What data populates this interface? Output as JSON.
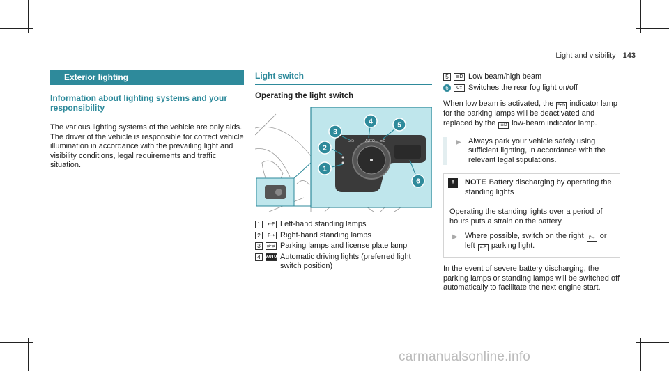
{
  "header": {
    "section": "Light and visibility",
    "page": "143"
  },
  "col1": {
    "bar_title": "Exterior lighting",
    "subheading": "Information about lighting systems and your responsibility",
    "paragraph": "The various lighting systems of the vehicle are only aids. The driver of the vehicle is responsible for correct vehicle illumination in accordance with the prevailing light and visibility conditions, legal requirements and traffic situation."
  },
  "col2": {
    "section_title": "Light switch",
    "subheading": "Operating the light switch",
    "figure": {
      "callouts": [
        "1",
        "2",
        "3",
        "4",
        "5",
        "6"
      ],
      "switch_label": "AUTO",
      "bg_color": "#bfe6ec",
      "teal_color": "#2e8a9b"
    },
    "legend": [
      {
        "num": "1",
        "icon": "standing-lamp-left-icon",
        "symbol": "⇠P",
        "text": "Left-hand standing lamps"
      },
      {
        "num": "2",
        "icon": "standing-lamp-right-icon",
        "symbol": "P⇢",
        "text": "Right-hand standing lamps"
      },
      {
        "num": "3",
        "icon": "parking-lamp-icon",
        "symbol": "⋺⋻",
        "text": "Parking lamps and license plate lamp"
      },
      {
        "num": "4",
        "icon": "auto-lights-icon",
        "symbol": "AUTO",
        "text": "Automatic driving lights (preferred light switch position)"
      }
    ]
  },
  "col3": {
    "legend": [
      {
        "num": "5",
        "icon": "low-beam-icon",
        "symbol": "≡D",
        "text": "Low beam/high beam"
      },
      {
        "num": "6",
        "icon": "rear-fog-icon",
        "symbol": "0‡",
        "text": "Switches the rear fog light on/off"
      }
    ],
    "para1_a": "When low beam is activated, the",
    "para1_b": "indicator lamp for the parking lamps will be deactivated and replaced by the",
    "para1_c": "low-beam indicator lamp.",
    "inline_sym_parking": "⋺⋻",
    "inline_sym_lowbeam": "≡D",
    "tip1": "Always park your vehicle safely using sufficient lighting, in accordance with the relevant legal stipulations.",
    "note": {
      "excl": "!",
      "title": "NOTE",
      "title_text": "Battery discharging by operating the standing lights",
      "body": "Operating the standing lights over a period of hours puts a strain on the battery.",
      "tip_a": "Where possible, switch on the right",
      "tip_b": "or left",
      "tip_c": "parking light.",
      "sym_right": "P⇢",
      "sym_left": "⇠P"
    },
    "para2": "In the event of severe battery discharging, the parking lamps or standing lamps will be switched off automatically to facilitate the next engine start."
  },
  "watermark": "carmanualsonline.info"
}
